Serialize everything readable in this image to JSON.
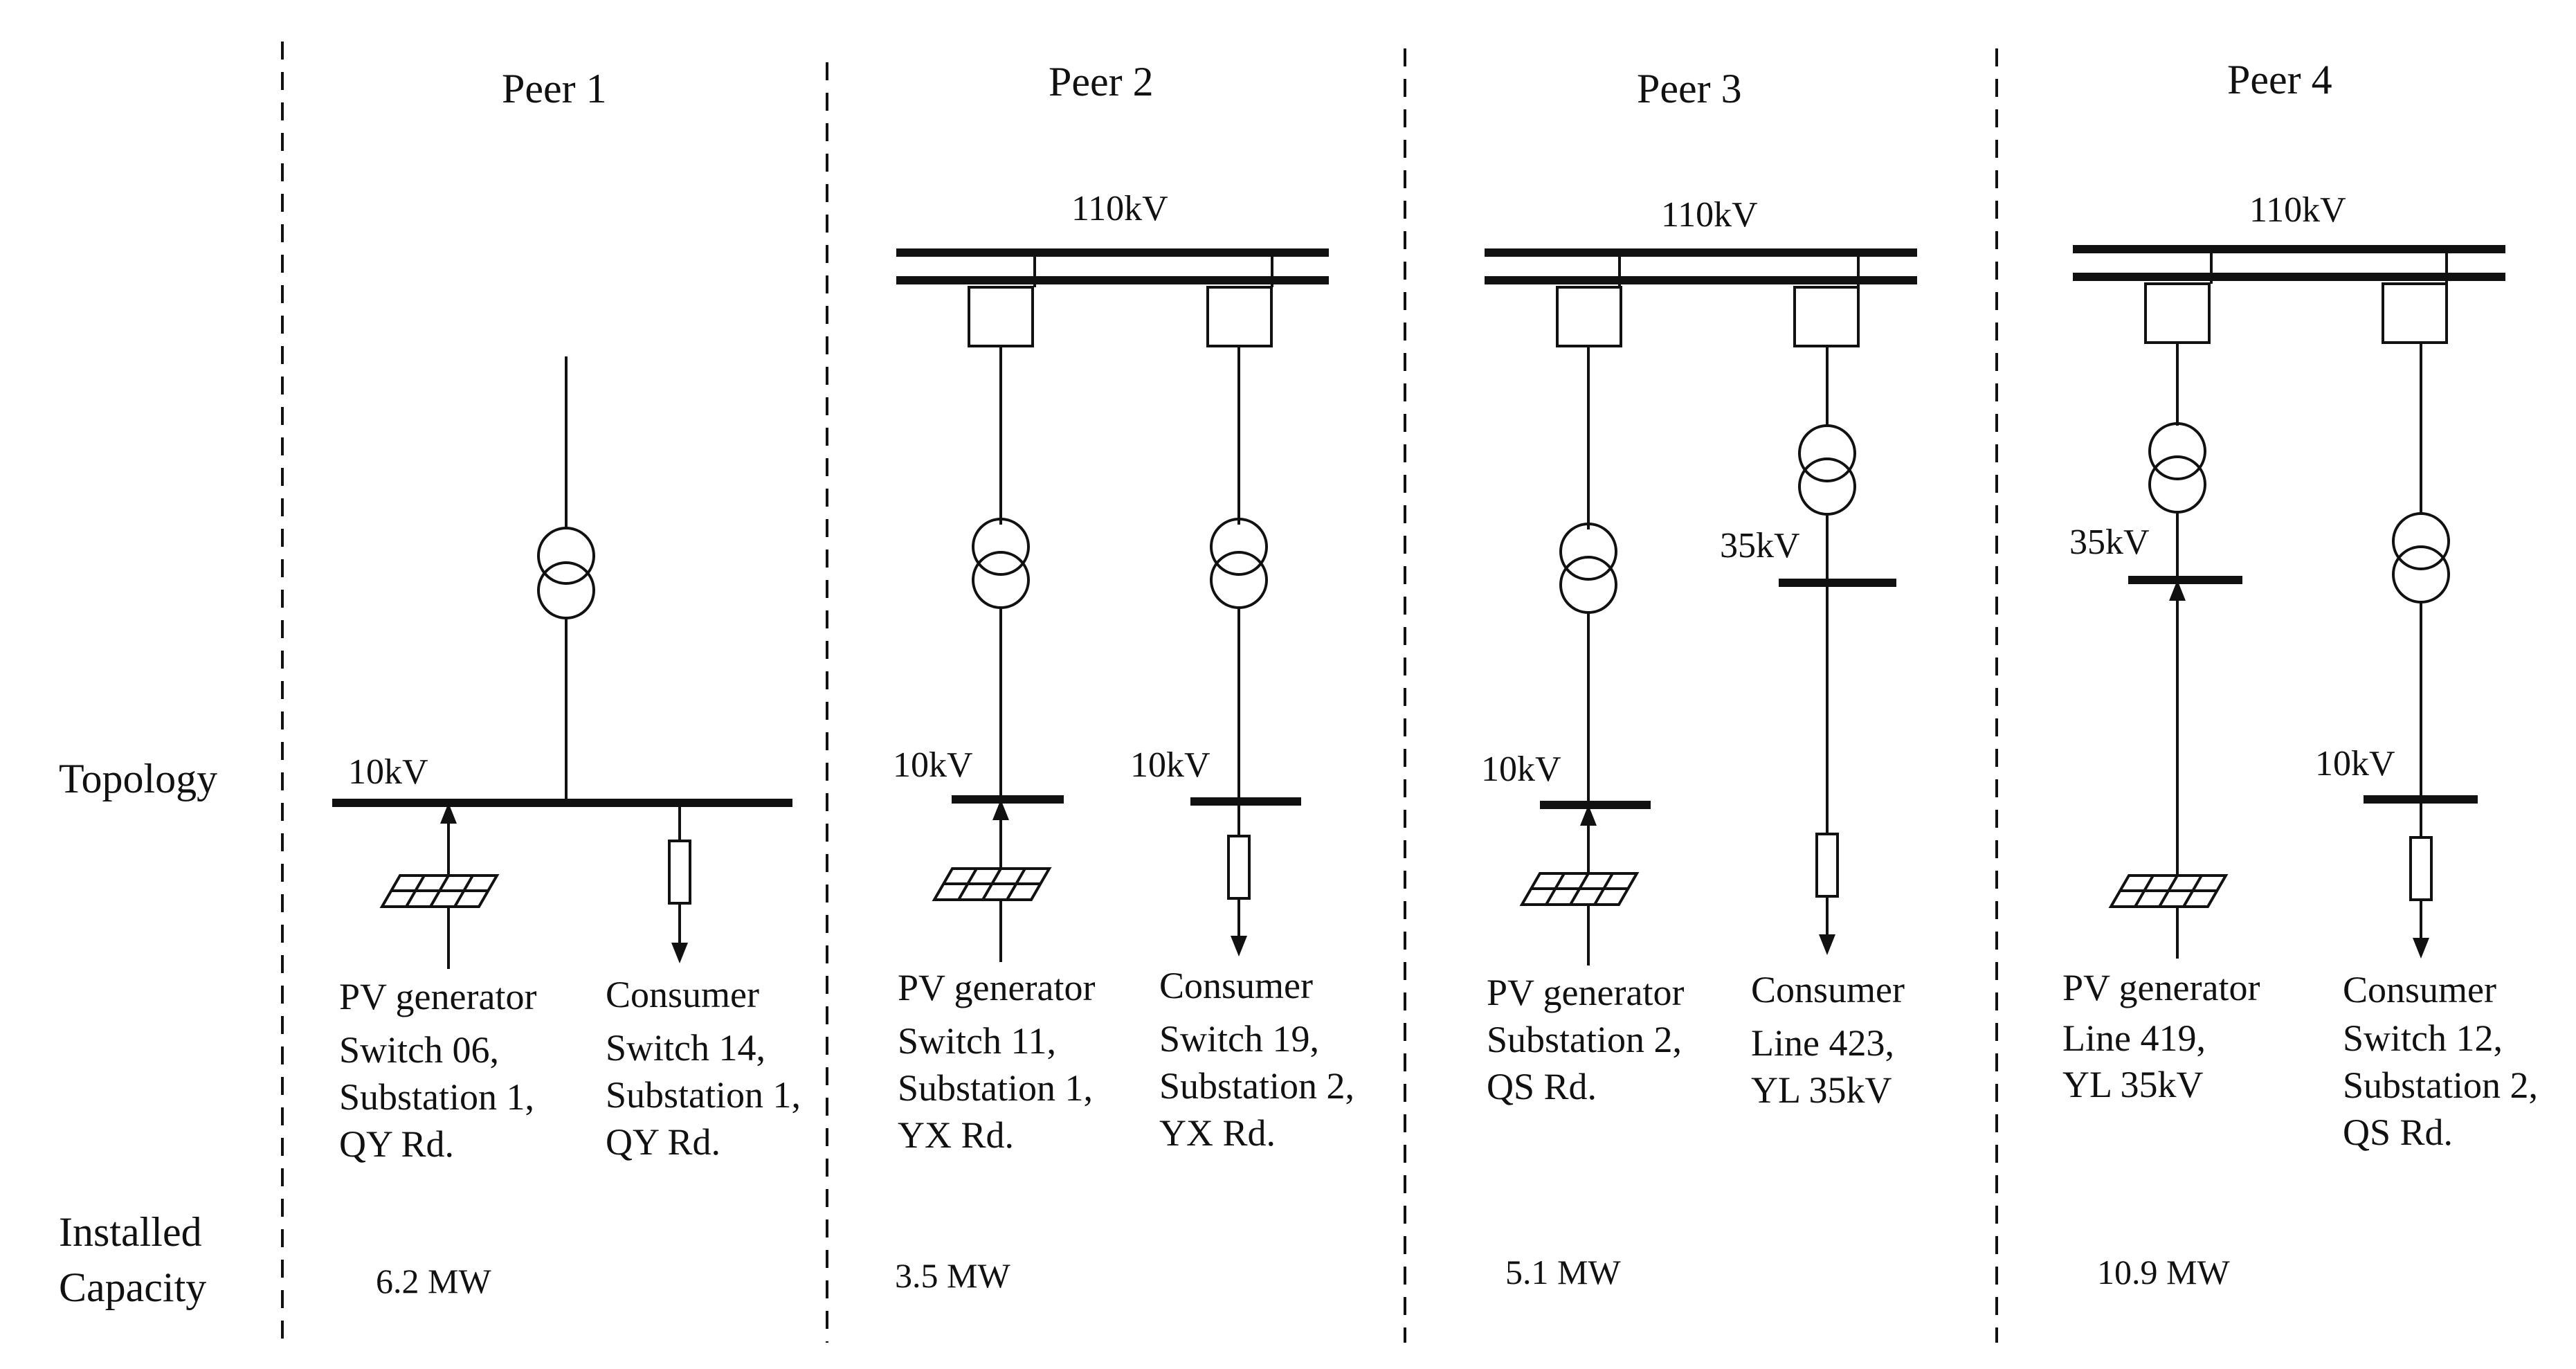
{
  "row_labels": {
    "topology": "Topology",
    "capacity_line1": "Installed",
    "capacity_line2": "Capacity"
  },
  "peers": [
    {
      "title": "Peer 1",
      "hv_bus": "",
      "capacity": "6.2 MW",
      "pv": {
        "mv_label": "10kV",
        "title": "PV generator",
        "location": [
          "Switch 06,",
          "Substation 1,",
          "QY Rd."
        ]
      },
      "consumer": {
        "mv_label": "",
        "title": "Consumer",
        "location": [
          "Switch 14,",
          "Substation 1,",
          "QY Rd."
        ]
      }
    },
    {
      "title": "Peer 2",
      "hv_bus": "110kV",
      "capacity": "3.5 MW",
      "pv": {
        "mv_label": "10kV",
        "title": "PV generator",
        "location": [
          "Switch 11,",
          "Substation 1,",
          "YX Rd."
        ]
      },
      "consumer": {
        "mv_label": "10kV",
        "title": "Consumer",
        "location": [
          "Switch 19,",
          "Substation 2,",
          "YX Rd."
        ]
      }
    },
    {
      "title": "Peer 3",
      "hv_bus": "110kV",
      "capacity": "5.1 MW",
      "pv": {
        "mv_label": "10kV",
        "title": "PV generator",
        "location": [
          "Substation 2,",
          "QS Rd."
        ]
      },
      "consumer": {
        "mv_label": "35kV",
        "title": "Consumer",
        "location": [
          "Line 423,",
          "YL 35kV"
        ]
      }
    },
    {
      "title": "Peer 4",
      "hv_bus": "110kV",
      "capacity": "10.9 MW",
      "pv": {
        "mv_label": "35kV",
        "title": "PV generator",
        "location": [
          "Line 419,",
          "YL 35kV"
        ]
      },
      "consumer": {
        "mv_label": "10kV",
        "title": "Consumer",
        "location": [
          "Switch 12,",
          "Substation 2,",
          "QS Rd."
        ]
      }
    }
  ],
  "icons": {
    "transformer": "transformer-icon",
    "pv_panel": "solar-panel-icon",
    "load": "load-icon",
    "arrow": "arrow-icon"
  }
}
